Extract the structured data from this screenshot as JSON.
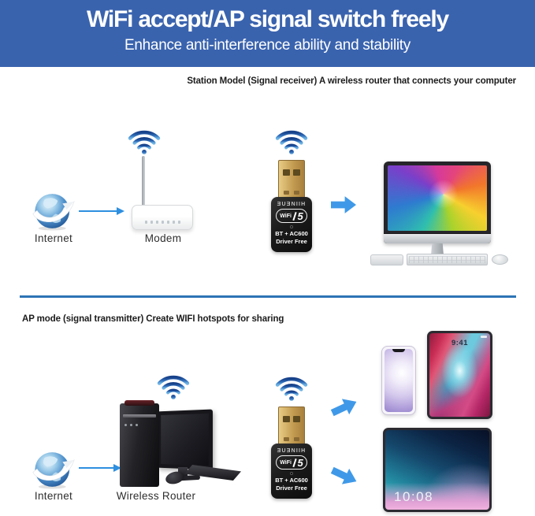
{
  "banner": {
    "title": "WiFi accept/AP signal switch freely",
    "subtitle": "Enhance anti-interference ability and stability",
    "bg_color": "#3a63ae"
  },
  "station_section": {
    "heading": "Station Model (Signal receiver) A wireless router that connects your computer",
    "internet_label": "Internet",
    "modem_label": "Modem"
  },
  "ap_section": {
    "heading": "AP mode (signal transmitter) Create WIFI hotspots for sharing",
    "internet_label": "Internet",
    "router_label": "Wireless Router"
  },
  "adapter": {
    "brand": "ƎUƎNIIH",
    "badge_wifi": "WiFi",
    "badge_number": "5",
    "spec_line1": "BT + AC600",
    "spec_line2": "Driver Free"
  },
  "devices": {
    "tablet_portrait_time": "9:41",
    "tablet_landscape_time": "10:08"
  },
  "icons": {
    "wifi_signal": "wifi-signal-icon",
    "internet_globe": "internet-globe-icon",
    "flow_arrow": "arrow-right-icon",
    "fat_arrow_right": "fat-arrow-right-icon",
    "fat_arrow_up_right": "fat-arrow-up-right-icon",
    "fat_arrow_down_right": "fat-arrow-down-right-icon"
  },
  "colors": {
    "banner_bg": "#3a63ae",
    "divider_blue": "#2e74b6",
    "arrow_blue": "#3f99e8",
    "wifi_blue": "#2b63ac",
    "adapter_black": "#1b1b1b",
    "usb_gold": "#c49c52"
  }
}
